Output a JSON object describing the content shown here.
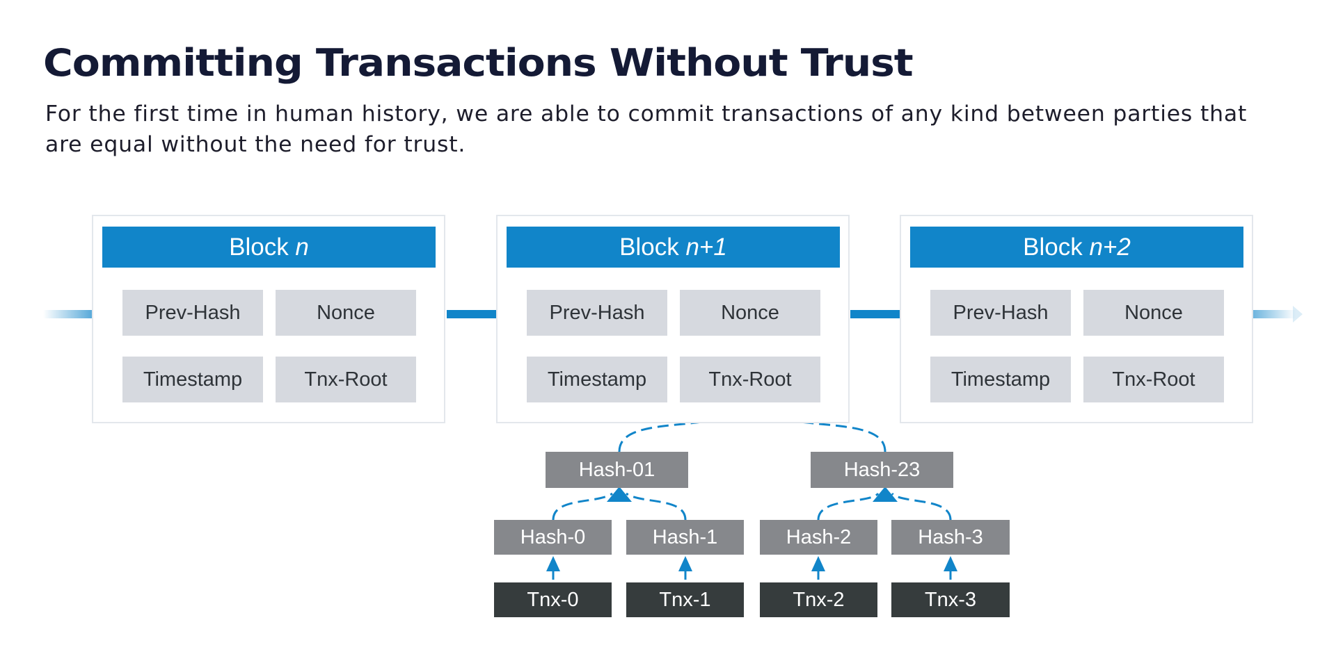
{
  "slide": {
    "title": "Committing Transactions Without Trust",
    "subtitle": "For the first time in human history, we are able to commit transactions of any kind between parties that are equal without the need for trust."
  },
  "blocks": [
    {
      "prefix": "Block ",
      "suffix": "n",
      "fields": {
        "prev": "Prev-Hash",
        "nonce": "Nonce",
        "time": "Timestamp",
        "root": "Tnx-Root"
      }
    },
    {
      "prefix": "Block ",
      "suffix": "n+1",
      "fields": {
        "prev": "Prev-Hash",
        "nonce": "Nonce",
        "time": "Timestamp",
        "root": "Tnx-Root"
      }
    },
    {
      "prefix": "Block ",
      "suffix": "n+2",
      "fields": {
        "prev": "Prev-Hash",
        "nonce": "Nonce",
        "time": "Timestamp",
        "root": "Tnx-Root"
      }
    }
  ],
  "merkle": {
    "level1": [
      "Hash-01",
      "Hash-23"
    ],
    "level2": [
      "Hash-0",
      "Hash-1",
      "Hash-2",
      "Hash-3"
    ],
    "transactions": [
      "Tnx-0",
      "Tnx-1",
      "Tnx-2",
      "Tnx-3"
    ]
  },
  "colors": {
    "accent_blue": "#1185c9",
    "field_gray": "#d6d9df",
    "hash_gray": "#86888c",
    "tnx_dark": "#363c3d",
    "title_navy": "#141a35"
  }
}
